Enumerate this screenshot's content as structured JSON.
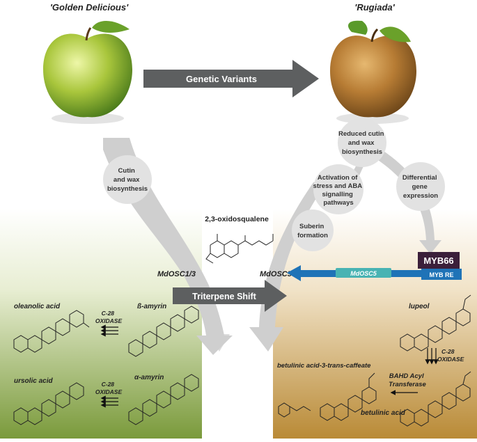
{
  "labels": {
    "left_cultivar": "'Golden Delicious'",
    "right_cultivar": "'Rugiada'",
    "genetic_variants": "Genetic Variants",
    "triterpene_shift": "Triterpene Shift",
    "precursor": "2,3-oxidosqualene",
    "gene_left": "MdOSC1/3",
    "gene_right": "MdOSC5",
    "tf_name": "MYB66",
    "tf_element": "MYB RE",
    "gene_box": "MdOSC5"
  },
  "circles": {
    "cutin_left": [
      "Cutin",
      "and wax",
      "biosynthesis"
    ],
    "reduced_cutin": [
      "Reduced cutin",
      "and wax",
      "biosynthesis"
    ],
    "activation": [
      "Activation of",
      "stress and ABA",
      "signalling",
      "pathways"
    ],
    "differential": [
      "Differential",
      "gene",
      "expression"
    ],
    "suberin": [
      "Suberin",
      "formation"
    ]
  },
  "compounds": {
    "oleanolic": "oleanolic acid",
    "b_amyrin": "ß-amyrin",
    "ursolic": "ursolic acid",
    "a_amyrin": "α-amyrin",
    "lupeol": "lupeol",
    "betulinic_caffeate": "betulinic acid-3-trans-caffeate",
    "betulinic": "betulinic acid"
  },
  "enzymes": {
    "c28_top": [
      "C-28",
      "OXIDASE"
    ],
    "c28_bottom": [
      "C-28",
      "OXIDASE"
    ],
    "c28_right": [
      "C-28",
      "OXIDASE"
    ],
    "bahd": [
      "BAHD Acyl",
      "Transferase"
    ]
  },
  "colors": {
    "green_panel": "#7a9a3b",
    "brown_panel": "#b98a36",
    "myb_dark": "#3b1f3a",
    "blue": "#1f73b7",
    "teal": "#48b3b3",
    "arrow_gray": "#5d5f60"
  }
}
